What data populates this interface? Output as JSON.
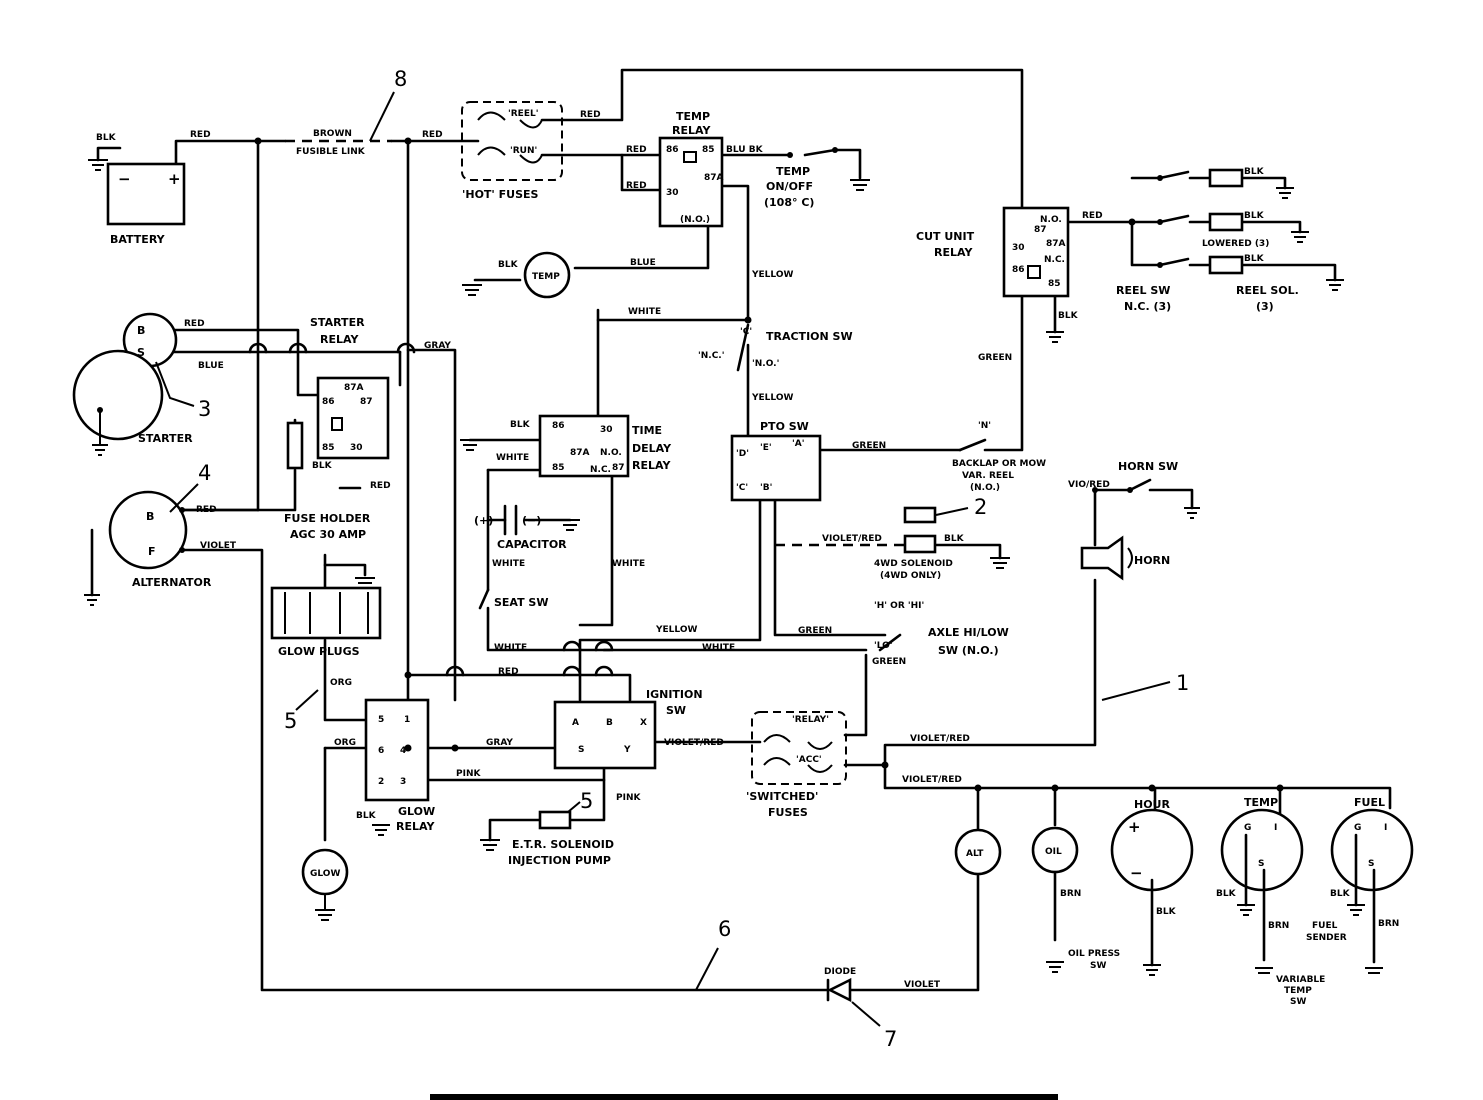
{
  "components": {
    "battery": "BATTERY",
    "starter": "STARTER",
    "starter_relay": [
      "STARTER",
      "RELAY"
    ],
    "alternator": "ALTERNATOR",
    "fuse_holder": [
      "FUSE HOLDER",
      "AGC 30 AMP"
    ],
    "glow_plugs": "GLOW PLUGS",
    "glow_relay": [
      "GLOW",
      "RELAY"
    ],
    "glow_lamp": "GLOW",
    "hot_fuses": "'HOT' FUSES",
    "hot_fuse_reel": "'REEL'",
    "hot_fuse_run": "'RUN'",
    "temp_relay": [
      "TEMP",
      "RELAY"
    ],
    "temp_switch": [
      "TEMP",
      "ON/OFF",
      "(108° C)"
    ],
    "temp_lamp": "TEMP",
    "traction_sw": "TRACTION SW",
    "time_delay_relay": [
      "TIME",
      "DELAY",
      "RELAY"
    ],
    "capacitor": "CAPACITOR",
    "seat_sw": "SEAT SW",
    "pto_sw": "PTO SW",
    "ignition_sw": [
      "IGNITION",
      "SW"
    ],
    "etr_solenoid": [
      "E.T.R. SOLENOID",
      "INJECTION PUMP"
    ],
    "switched_fuses": [
      "'SWITCHED'",
      "FUSES"
    ],
    "switched_fuse_relay": "'RELAY'",
    "switched_fuse_acc": "'ACC'",
    "cut_unit_relay": [
      "CUT UNIT",
      "RELAY"
    ],
    "reel_sw": [
      "REEL SW",
      "N.C. (3)"
    ],
    "reel_sol": [
      "REEL SOL.",
      "(3)"
    ],
    "lowered": "LOWERED (3)",
    "backlap_sw": [
      "BACKLAP OR MOW",
      "VAR. REEL",
      "(N.O.)"
    ],
    "horn_sw": "HORN SW",
    "horn": "HORN",
    "solenoid_4wd": [
      "4WD SOLENOID",
      "(4WD ONLY)"
    ],
    "axle_sw": [
      "AXLE HI/LOW",
      "SW (N.O.)"
    ],
    "hour": "HOUR",
    "temp_gauge": "TEMP",
    "fuel_gauge": "FUEL",
    "alt_lamp": "ALT",
    "oil_lamp": "OIL",
    "oil_press_sw": [
      "OIL PRESS",
      "SW"
    ],
    "fuel_sender": [
      "FUEL",
      "SENDER"
    ],
    "variable_temp_sw": [
      "VARIABLE",
      "TEMP",
      "SW"
    ],
    "diode": "DIODE"
  },
  "wires": {
    "blk": "BLK",
    "red": "RED",
    "brown": "BROWN",
    "fusible_link": "FUSIBLE LINK",
    "blue": "BLUE",
    "gray": "GRAY",
    "violet": "VIOLET",
    "white": "WHITE",
    "yellow": "YELLOW",
    "green": "GREEN",
    "org": "ORG",
    "pink": "PINK",
    "violet_red": "VIOLET/RED",
    "vio_red": "VIO/RED",
    "blu_bk": "BLU BK",
    "brn": "BRN"
  },
  "terminals": {
    "b": "B",
    "s": "S",
    "f": "F",
    "plus": "+",
    "minus": "−",
    "r87a": "87A",
    "r86": "86",
    "r87": "87",
    "r85": "85",
    "r30": "30",
    "no": "N.O.",
    "nc": "N.C.",
    "no_paren": "(N.O.)",
    "pos": "(+)",
    "neg": "(−)",
    "c": "'C'",
    "nc_q": "'N.C.'",
    "no_q": "'N.O.'",
    "pto_d": "'D'",
    "pto_e": "'E'",
    "pto_a": "'A'",
    "pto_b": "'B'",
    "pto_c": "'C'",
    "n": "'N'",
    "h_or_hi": "'H' OR 'HI'",
    "lo": "'LO'",
    "ign_a": "A",
    "ign_b": "B",
    "ign_x": "X",
    "ign_s": "S",
    "ign_y": "Y",
    "g5": "5",
    "g1": "1",
    "g6": "6",
    "g4": "4",
    "g2": "2",
    "g3": "3",
    "gauge_g": "G",
    "gauge_i": "I",
    "gauge_s": "S"
  },
  "callouts": [
    "1",
    "2",
    "3",
    "4",
    "5",
    "6",
    "7",
    "8"
  ]
}
